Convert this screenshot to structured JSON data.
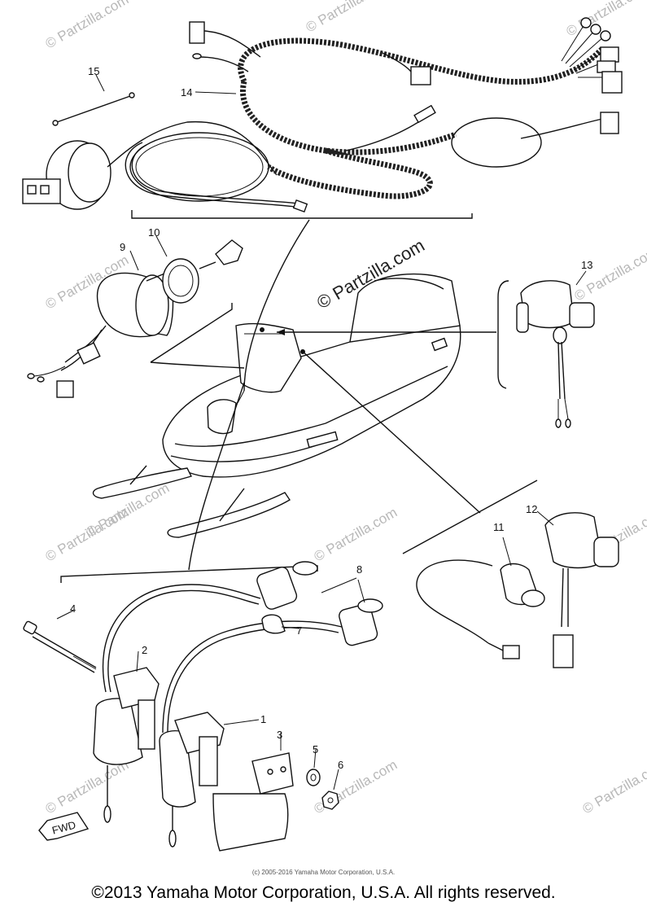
{
  "diagram": {
    "callouts": [
      "1",
      "2",
      "3",
      "4",
      "5",
      "6",
      "7",
      "8",
      "9",
      "10",
      "11",
      "12",
      "13",
      "14",
      "15"
    ],
    "direction_tag": "FWD",
    "watermark_small": "© Partzilla.com",
    "watermark_large": "© Partzilla.com"
  },
  "footer": {
    "fine_print": "(c) 2005-2016 Yamaha Motor Corporation, U.S.A.",
    "copyright": "©2013 Yamaha Motor Corporation, U.S.A. All rights reserved."
  },
  "icons": [
    "ignition-coil-icon",
    "snowmobile-icon",
    "wire-harness-icon",
    "switch-icon"
  ]
}
